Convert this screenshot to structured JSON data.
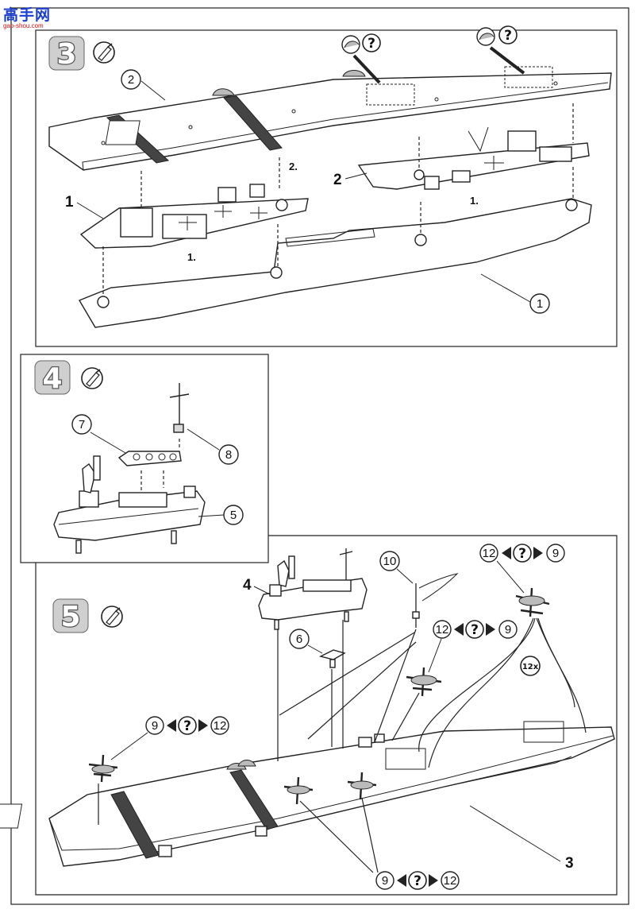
{
  "watermark": {
    "brand": "高手网",
    "url": "gao-shou.com"
  },
  "steps": [
    {
      "number": "3",
      "icon": "glue-icon"
    },
    {
      "number": "4",
      "icon": "glue-icon"
    },
    {
      "number": "5",
      "icon": "glue-icon"
    }
  ],
  "step3": {
    "callouts": {
      "part2": "2",
      "part1": "1"
    },
    "assembly_labels": {
      "one": "1",
      "two": "2"
    },
    "sub_labels": {
      "a": "1.",
      "b": "2.",
      "c": "1."
    },
    "optional_mark": "?"
  },
  "step4": {
    "callouts": {
      "part7": "7",
      "part8": "8",
      "part5": "5"
    }
  },
  "step5": {
    "assembly_label": "4",
    "result_label": "3",
    "callouts": {
      "part10": "10",
      "part6": "6"
    },
    "options": [
      {
        "left": "12",
        "mark": "?",
        "right": "9"
      },
      {
        "left": "12",
        "mark": "?",
        "right": "9"
      },
      {
        "left": "9",
        "mark": "?",
        "right": "12"
      },
      {
        "left": "9",
        "mark": "?",
        "right": "12"
      }
    ],
    "quantity_badge": "12x"
  }
}
